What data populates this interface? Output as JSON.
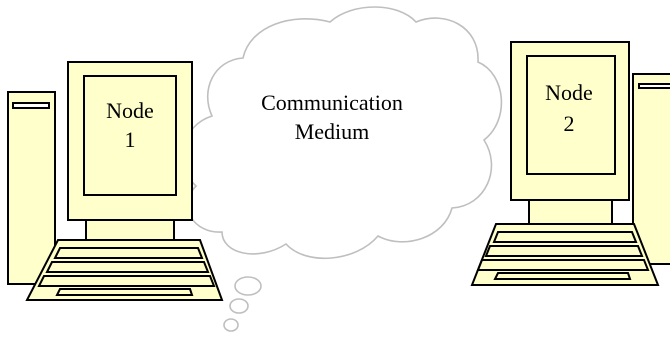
{
  "colors": {
    "device_fill": "#FFFFCC",
    "outline": "#000000",
    "cloud_stroke": "#BFBFBF",
    "background": "#FFFFFF"
  },
  "node_1": {
    "line1": "Node",
    "line2": "1"
  },
  "node_2": {
    "line1": "Node",
    "line2": "2"
  },
  "medium": {
    "line1": "Communication",
    "line2": "Medium"
  }
}
